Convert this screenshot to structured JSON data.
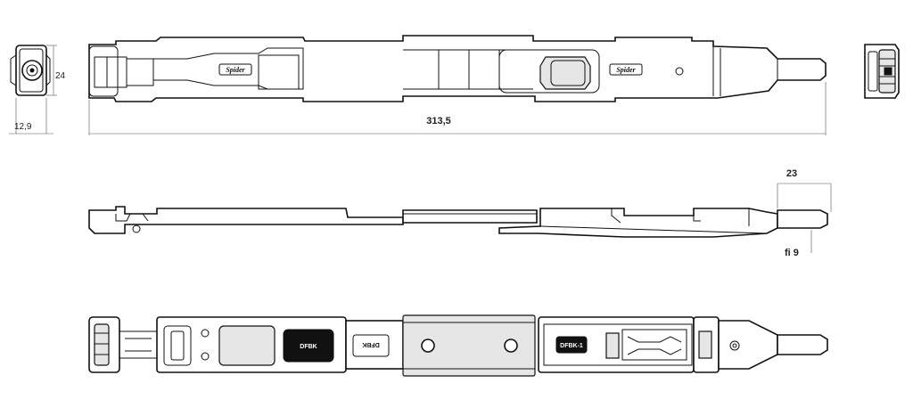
{
  "dimensions": {
    "height_end": "24",
    "depth_end": "12,9",
    "total_length": "313,5",
    "pin_length": "23",
    "pin_diameter": "fi 9"
  },
  "logo_text": "Spider",
  "part_labels": {
    "label_1": "DFBK",
    "label_2": "DFBK",
    "label_3": "DFBK-1"
  },
  "colors": {
    "line": "#111111",
    "label_fill": "#111111",
    "dimension_line": "#555555"
  }
}
